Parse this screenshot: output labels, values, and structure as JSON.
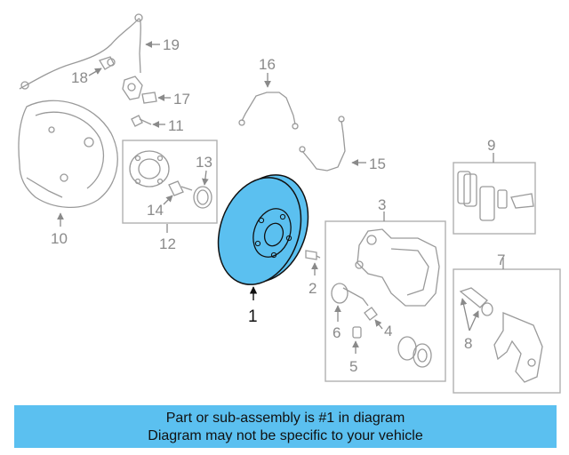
{
  "diagram": {
    "callouts": [
      "1",
      "2",
      "3",
      "4",
      "5",
      "6",
      "7",
      "8",
      "9",
      "10",
      "11",
      "12",
      "13",
      "14",
      "15",
      "16",
      "17",
      "18",
      "19"
    ],
    "highlight_color": "#5bc0f0"
  },
  "banner": {
    "line1": "Part or sub-assembly is #1 in diagram",
    "line2": "Diagram may not be specific to your vehicle",
    "color": "#5bc0f0"
  }
}
